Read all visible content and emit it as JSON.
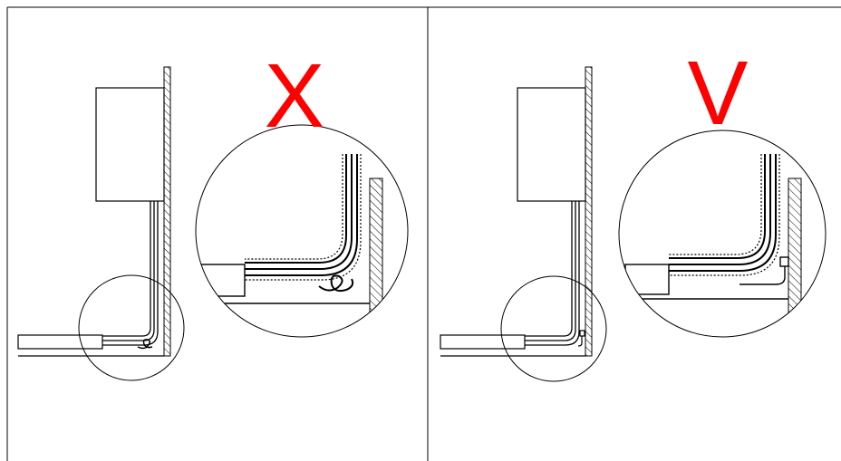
{
  "panels": [
    {
      "id": "incorrect",
      "mark": "X"
    },
    {
      "id": "correct",
      "mark": "V"
    }
  ],
  "colors": {
    "mark": "#ff0000",
    "line": "#000000",
    "background": "#ffffff"
  }
}
